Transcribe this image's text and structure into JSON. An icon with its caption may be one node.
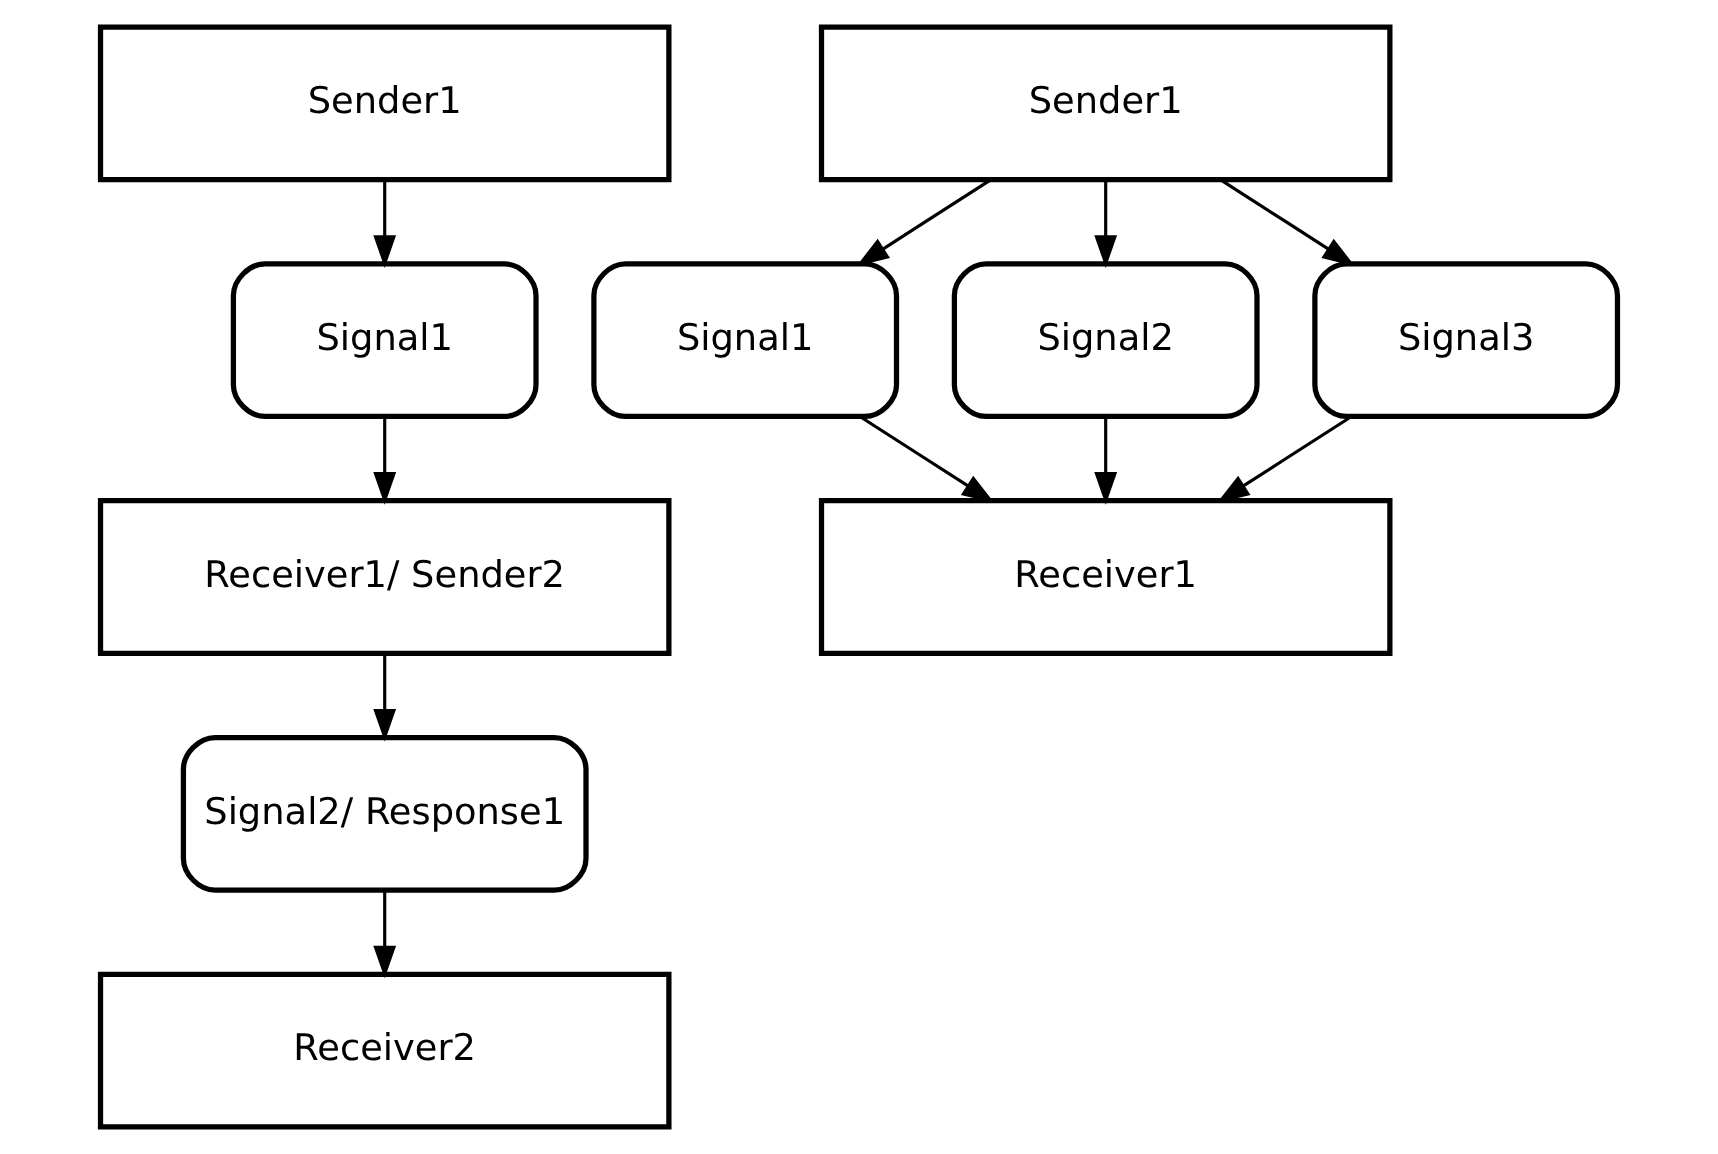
{
  "diagram": {
    "nodes": [
      {
        "text": [
          "Sender1"
        ]
      },
      {
        "text": [
          "Signal1"
        ]
      },
      {
        "text": [
          "Receiver1/ Sender2"
        ]
      },
      {
        "text": [
          "Signal2/ Response1"
        ]
      },
      {
        "text": [
          "Receiver2"
        ]
      },
      {
        "text": [
          "Sender1"
        ]
      },
      {
        "text": [
          "Signal1"
        ]
      },
      {
        "text": [
          "Signal2"
        ]
      },
      {
        "text": [
          "Signal3"
        ]
      },
      {
        "text": [
          "Receiver1"
        ]
      }
    ],
    "edges": [
      {
        "from": 0,
        "to": 1,
        "arrow": "to"
      },
      {
        "from": 1,
        "to": 2,
        "arrow": "to"
      },
      {
        "from": 2,
        "to": 3,
        "arrow": "to"
      },
      {
        "from": 3,
        "to": 4,
        "arrow": "to"
      },
      {
        "from": 5,
        "to": 6,
        "arrow": "to"
      },
      {
        "from": 5,
        "to": 7,
        "arrow": "to"
      },
      {
        "from": 5,
        "to": 8,
        "arrow": "to"
      },
      {
        "from": 6,
        "to": 9,
        "arrow": "to"
      },
      {
        "from": 7,
        "to": 9,
        "arrow": "to"
      },
      {
        "from": 8,
        "to": 9,
        "arrow": "to"
      }
    ]
  }
}
